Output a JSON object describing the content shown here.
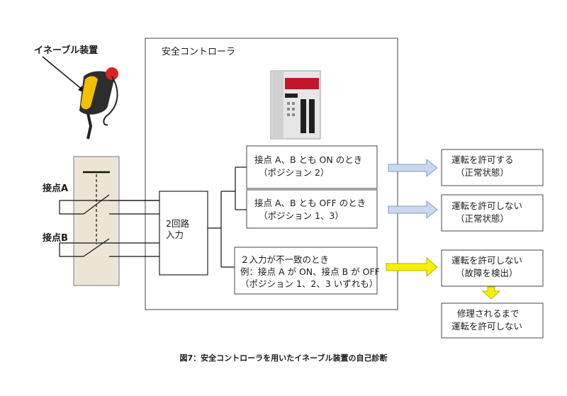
{
  "enable_device_label": "イネーブル装置",
  "controller_label": "安全コントローラ",
  "contact_a_label": "接点A",
  "contact_b_label": "接点B",
  "input_box": [
    "2回路",
    "入力"
  ],
  "conditions": [
    {
      "lines": [
        "接点 A、B とも ON のとき",
        "（ポジション 2）"
      ]
    },
    {
      "lines": [
        "接点 A、B とも OFF のとき",
        "（ポジション 1、3）"
      ]
    },
    {
      "lines": [
        "２入力が不一致のとき",
        "例：接点 A が ON、接点 B が OFF",
        "（ポジション 1、2、3 いずれも）"
      ]
    }
  ],
  "results": [
    {
      "lines": [
        "運転を許可する",
        "（正常状態）"
      ]
    },
    {
      "lines": [
        "運転を許可しない",
        "（正常状態）"
      ]
    },
    {
      "lines": [
        "運転を許可しない",
        "（故障を検出）"
      ]
    }
  ],
  "final_result": [
    "修理されるまで",
    "運転を許可しない"
  ],
  "caption": "図7：安全コントローラを用いたイネーブル装置の自己診断",
  "colors": {
    "arrow_normal_fill": "#c9d8ee",
    "arrow_normal_stroke": "#7f9cc4",
    "arrow_fault_fill": "#f4f000",
    "arrow_fault_stroke": "#b8b400",
    "switch_panel": "#ece5d6",
    "device_body": "#2d2d2d",
    "device_accent": "#f2c000",
    "device_button": "#d62424",
    "controller_red": "#c0182a"
  }
}
